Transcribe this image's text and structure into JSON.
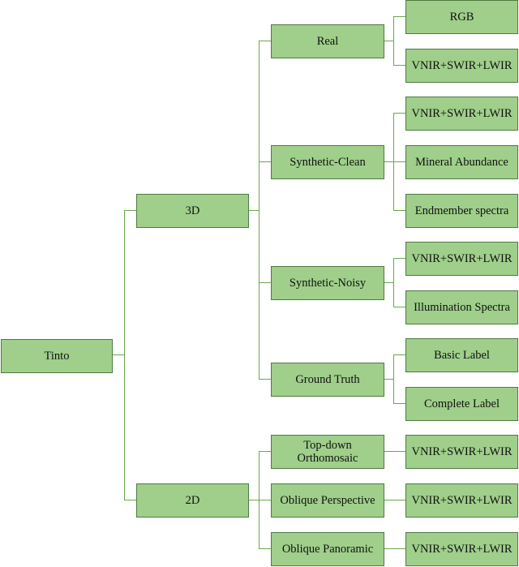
{
  "tree": {
    "root": "Tinto",
    "branch_3d": {
      "label": "3D",
      "real": {
        "label": "Real",
        "children": [
          "RGB",
          "VNIR+SWIR+LWIR"
        ]
      },
      "synthetic_clean": {
        "label": "Synthetic-Clean",
        "children": [
          "VNIR+SWIR+LWIR",
          "Mineral Abundance",
          "Endmember spectra"
        ]
      },
      "synthetic_noisy": {
        "label": "Synthetic-Noisy",
        "children": [
          "VNIR+SWIR+LWIR",
          "Illumination Spectra"
        ]
      },
      "ground_truth": {
        "label": "Ground Truth",
        "children": [
          "Basic Label",
          "Complete Label"
        ]
      }
    },
    "branch_2d": {
      "label": "2D",
      "top_down": {
        "label": "Top-down\nOrthomosaic",
        "children": [
          "VNIR+SWIR+LWIR"
        ]
      },
      "oblique_perspective": {
        "label": "Oblique Perspective",
        "children": [
          "VNIR+SWIR+LWIR"
        ]
      },
      "oblique_panoramic": {
        "label": "Oblique Panoramic",
        "children": [
          "VNIR+SWIR+LWIR"
        ]
      }
    }
  },
  "colors": {
    "node_fill": "#9fcf8a",
    "node_border": "#4f7a40",
    "connector": "#6aa84f"
  }
}
